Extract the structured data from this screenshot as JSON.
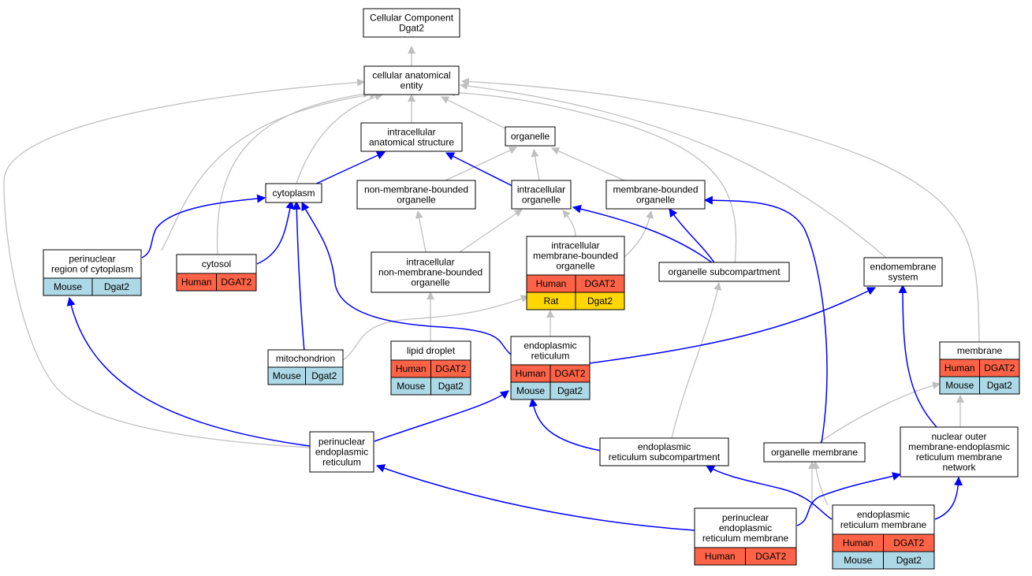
{
  "colors": {
    "human": "#ff6347",
    "rat": "#ffd700",
    "mouse": "#add8e6",
    "isa_edge": "#c0c0c0",
    "partof_edge": "#0000ff"
  },
  "nodes": {
    "root": [
      "Cellular Component",
      "Dgat2"
    ],
    "cae": [
      "cellular anatomical",
      "entity"
    ],
    "ias": [
      "intracellular",
      "anatomical structure"
    ],
    "organelle": [
      "organelle"
    ],
    "cytoplasm": [
      "cytoplasm"
    ],
    "nmbo": [
      "non-membrane-bounded",
      "organelle"
    ],
    "io": [
      "intracellular",
      "organelle"
    ],
    "mbo": [
      "membrane-bounded",
      "organelle"
    ],
    "prc": [
      "perinuclear",
      "region of cytoplasm"
    ],
    "cytosol": [
      "cytosol"
    ],
    "inmbo": [
      "intracellular",
      "non-membrane-bounded",
      "organelle"
    ],
    "imbo": [
      "intracellular",
      "membrane-bounded",
      "organelle"
    ],
    "osc": [
      "organelle subcompartment"
    ],
    "ems": [
      "endomembrane",
      "system"
    ],
    "mito": [
      "mitochondrion"
    ],
    "ld": [
      "lipid droplet"
    ],
    "er": [
      "endoplasmic",
      "reticulum"
    ],
    "membrane": [
      "membrane"
    ],
    "per": [
      "perinuclear",
      "endoplasmic",
      "reticulum"
    ],
    "ersc": [
      "endoplasmic",
      "reticulum subcompartment"
    ],
    "om": [
      "organelle membrane"
    ],
    "nomer": [
      "nuclear outer",
      "membrane-endoplasmic",
      "reticulum membrane",
      "network"
    ],
    "perm": [
      "perinuclear",
      "endoplasmic",
      "reticulum membrane"
    ],
    "erm": [
      "endoplasmic",
      "reticulum membrane"
    ]
  },
  "annotations": {
    "prc": [
      [
        "Mouse",
        "Dgat2"
      ]
    ],
    "cytosol": [
      [
        "Human",
        "DGAT2"
      ]
    ],
    "imbo": [
      [
        "Human",
        "DGAT2"
      ],
      [
        "Rat",
        "Dgat2"
      ]
    ],
    "mito": [
      [
        "Mouse",
        "Dgat2"
      ]
    ],
    "ld": [
      [
        "Human",
        "DGAT2"
      ],
      [
        "Mouse",
        "Dgat2"
      ]
    ],
    "er": [
      [
        "Human",
        "DGAT2"
      ],
      [
        "Mouse",
        "Dgat2"
      ]
    ],
    "membrane": [
      [
        "Human",
        "DGAT2"
      ],
      [
        "Mouse",
        "Dgat2"
      ]
    ],
    "perm": [
      [
        "Human",
        "DGAT2"
      ]
    ],
    "erm": [
      [
        "Human",
        "DGAT2"
      ],
      [
        "Mouse",
        "Dgat2"
      ]
    ]
  }
}
